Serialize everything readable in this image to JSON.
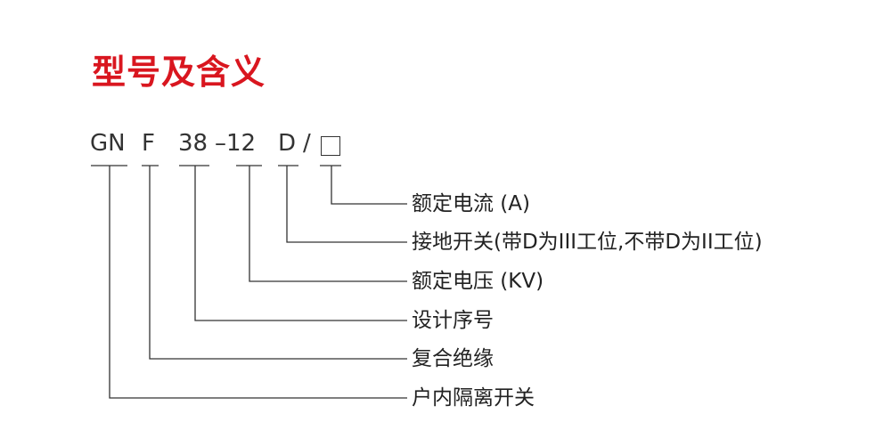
{
  "title": "型号及含义",
  "model_code": {
    "segments": [
      "GN",
      "F",
      "38",
      "–12",
      "D",
      "/"
    ],
    "placeholder_box": "empty-square"
  },
  "labels": [
    "额定电流 (A)",
    "接地开关(带D为III工位,不带D为II工位)",
    "额定电压 (KV)",
    "设计序号",
    "复合绝缘",
    "户内隔离开关"
  ],
  "colors": {
    "title": "#d9161f",
    "lines": "#333333"
  }
}
